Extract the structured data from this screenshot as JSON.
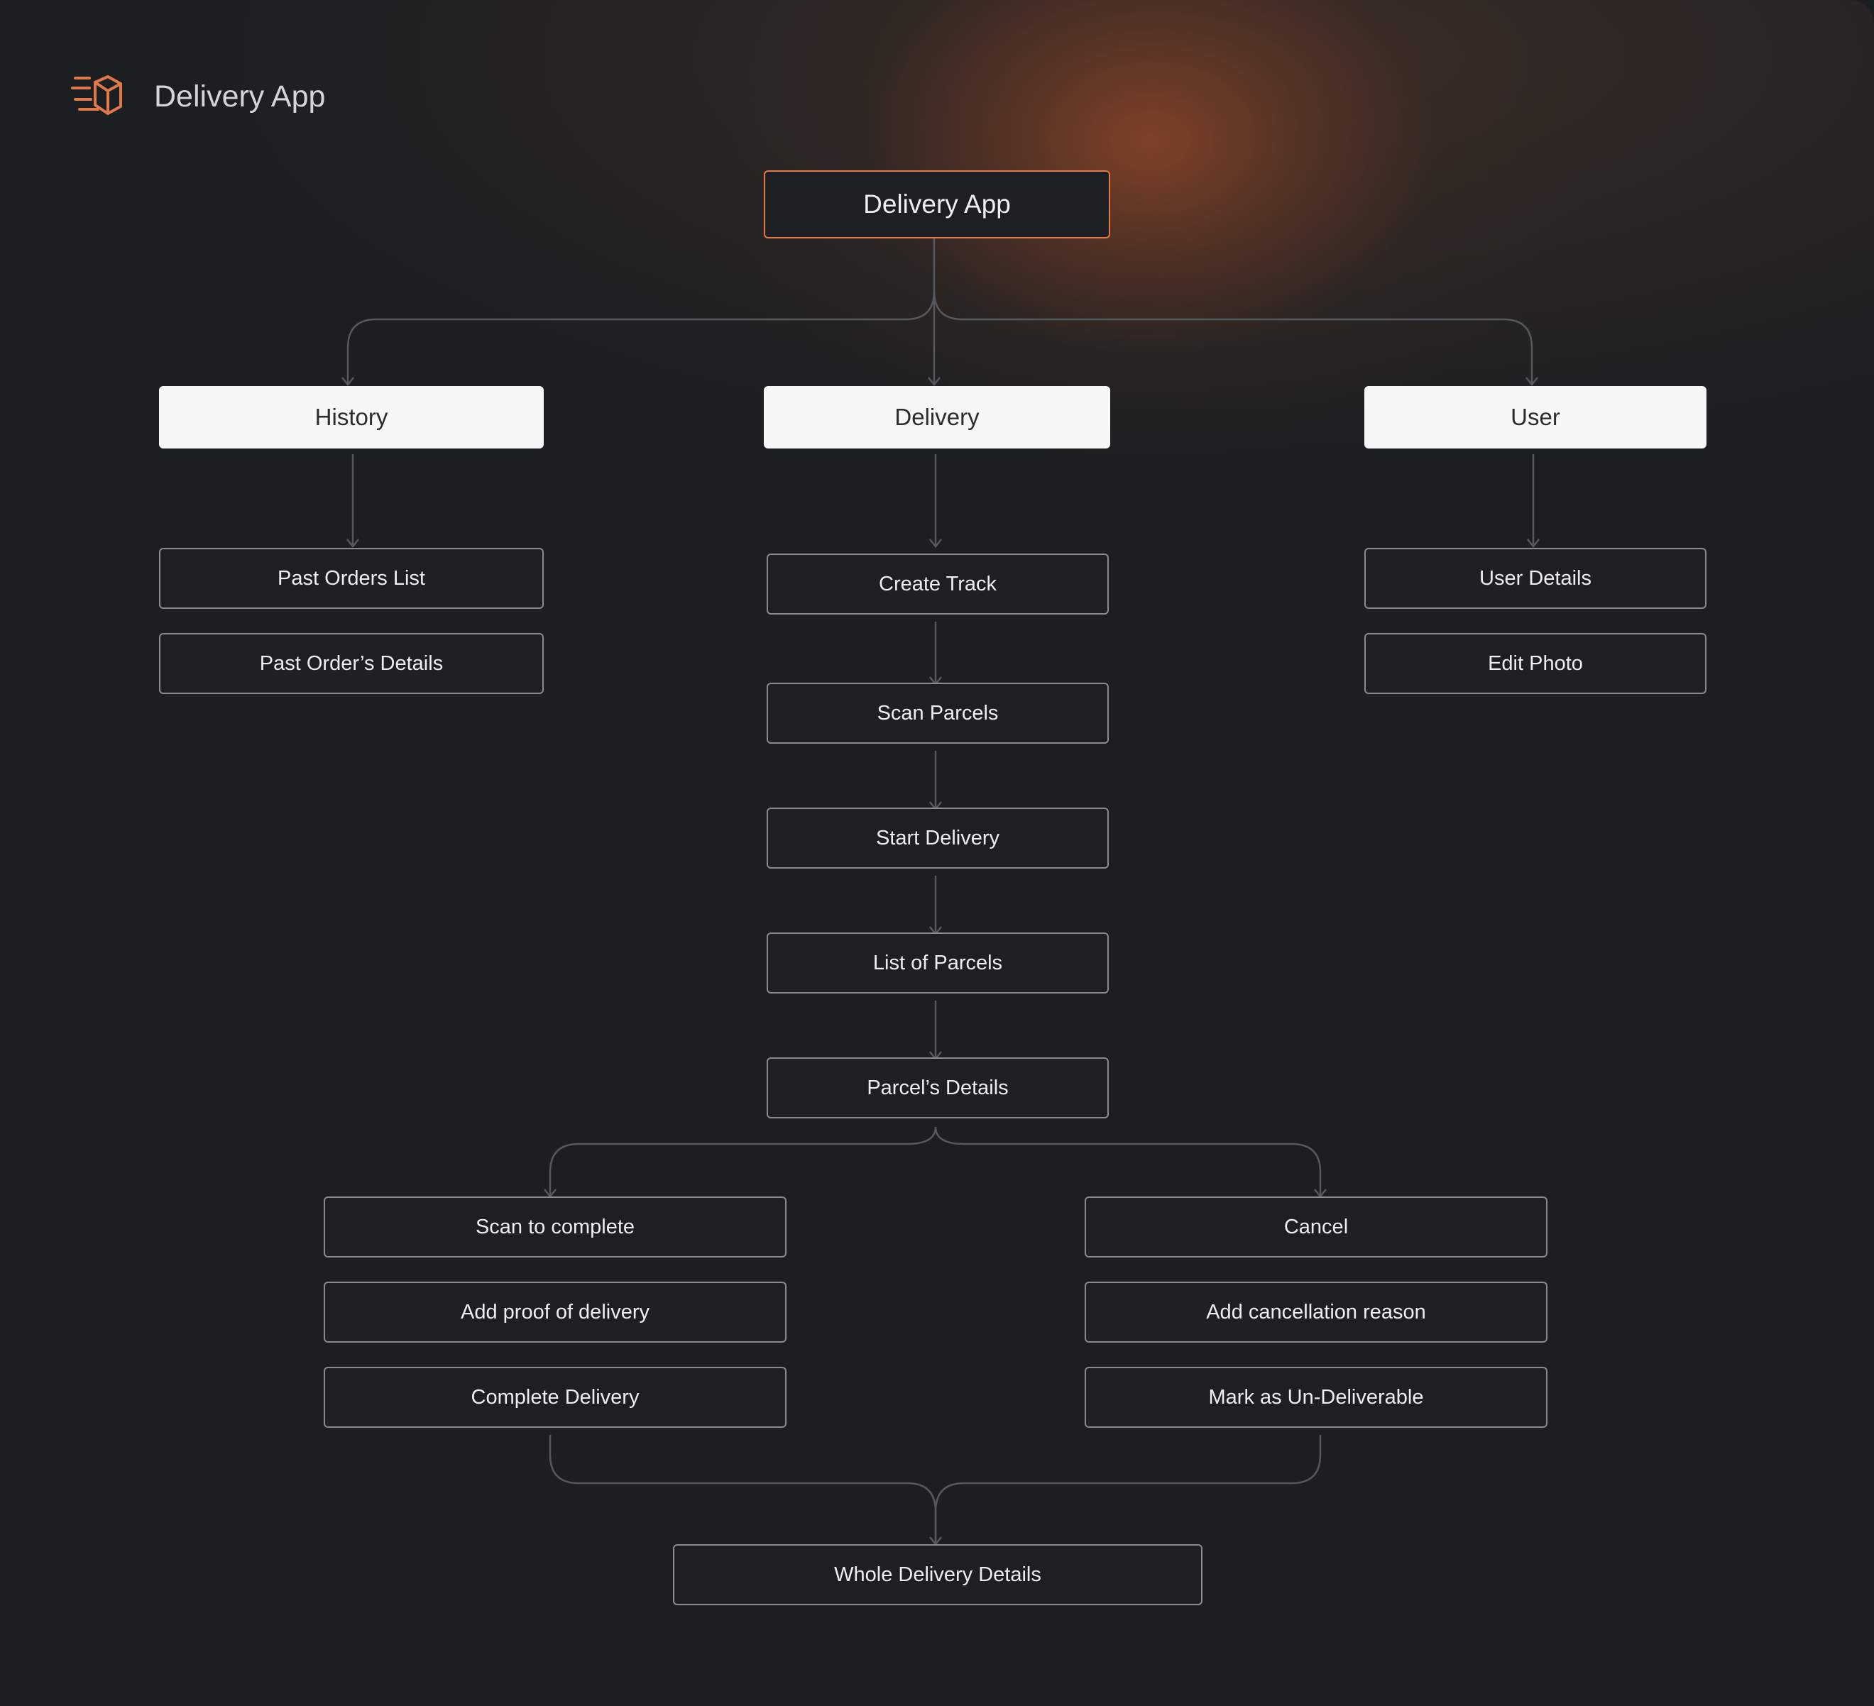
{
  "header": {
    "title": "Delivery App",
    "icon": "delivery-box-icon",
    "icon_color": "#e0784a"
  },
  "root": "Delivery App",
  "sections": {
    "history": "History",
    "delivery": "Delivery",
    "user": "User"
  },
  "history_items": [
    "Past Orders List",
    "Past Order’s Details"
  ],
  "delivery_flow": [
    "Create Track",
    "Scan Parcels",
    "Start Delivery",
    "List of Parcels",
    "Parcel’s Details"
  ],
  "user_items": [
    "User Details",
    "Edit Photo"
  ],
  "complete_branch": [
    "Scan to complete",
    "Add proof of delivery",
    "Complete Delivery"
  ],
  "cancel_branch": [
    "Cancel",
    "Add cancellation reason",
    "Mark as Un-Deliverable"
  ],
  "final": "Whole Delivery Details",
  "colors": {
    "background": "#1c1f21",
    "accent": "#e0784a",
    "node_border": "#8a8d90",
    "connector": "#55595d",
    "section_fill": "#f7f7f7"
  }
}
